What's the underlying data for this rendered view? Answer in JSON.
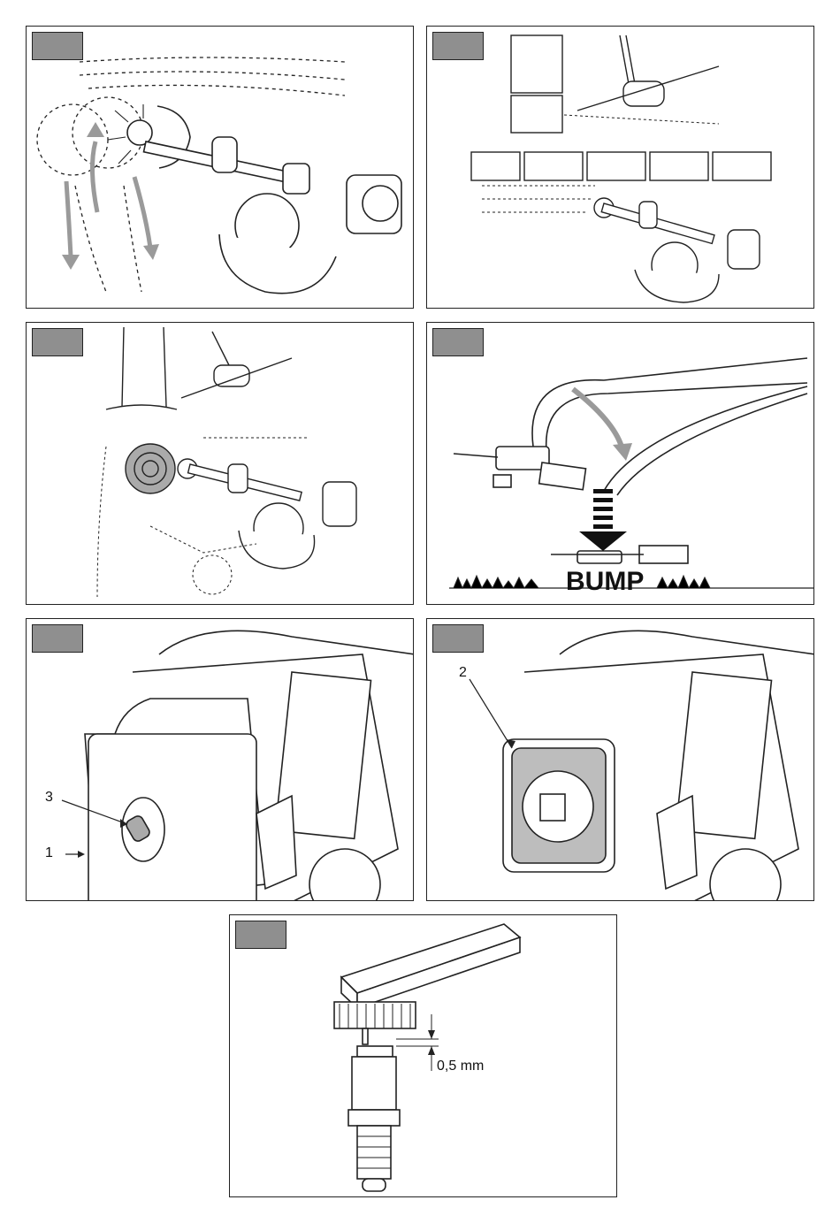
{
  "labels": {
    "callout_1": "1",
    "callout_2": "2",
    "callout_3": "3",
    "bump_text": "BUMP",
    "gap_measure": "0,5 mm"
  },
  "colors": {
    "tag_fill": "#8f8f8f",
    "arrow_gray": "#9a9a9a",
    "line": "#222222"
  }
}
